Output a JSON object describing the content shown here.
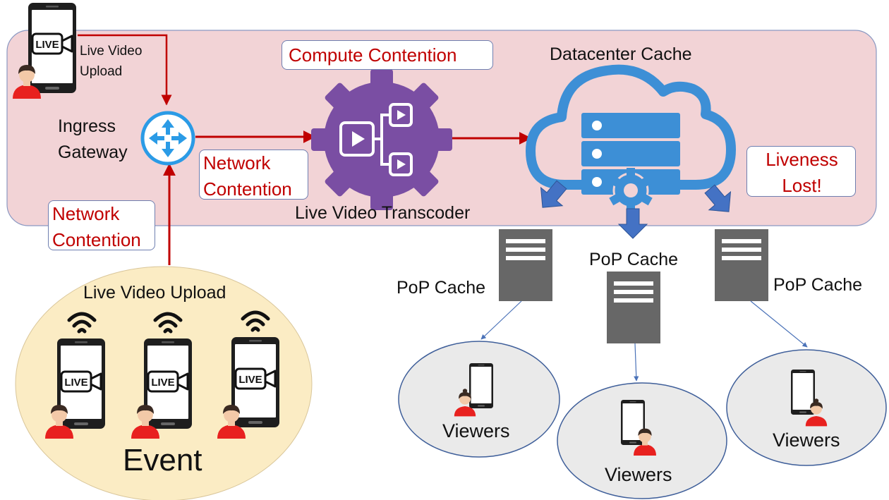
{
  "uploader": {
    "line1": "Live Video",
    "line2": "Upload",
    "phone_badge": "LIVE"
  },
  "ingress": {
    "line1": "Ingress",
    "line2": "Gateway"
  },
  "network_contention_top": {
    "line1": "Network",
    "line2": "Contention"
  },
  "network_contention_left": {
    "line1": "Network",
    "line2": "Contention"
  },
  "compute_contention": "Compute Contention",
  "transcoder_label": "Live Video Transcoder",
  "datacenter_label": "Datacenter Cache",
  "liveness": {
    "line1": "Liveness",
    "line2": "Lost!"
  },
  "event": {
    "upload_label": "Live Video Upload",
    "title": "Event",
    "phone_badges": [
      "LIVE",
      "LIVE",
      "LIVE"
    ]
  },
  "pops": [
    {
      "label": "PoP Cache",
      "viewers": "Viewers"
    },
    {
      "label": "PoP Cache",
      "viewers": "Viewers"
    },
    {
      "label": "PoP Cache",
      "viewers": "Viewers"
    }
  ],
  "colors": {
    "band": "#f2d3d6",
    "red_text": "#c00000",
    "arrow_red": "#c00000",
    "router": "#2b9be6",
    "transcoder": "#7a4ea3",
    "cloud": "#3d8fd6",
    "pop_server": "#676767",
    "event_oval": "#fbecc4",
    "viewer_oval": "#eaeaea",
    "blue_arrow": "#4472c4"
  },
  "icons": [
    "phone-icon",
    "person-icon",
    "router-icon",
    "transcoder-gear-icon",
    "cloud-server-icon",
    "wifi-icon",
    "server-icon"
  ]
}
